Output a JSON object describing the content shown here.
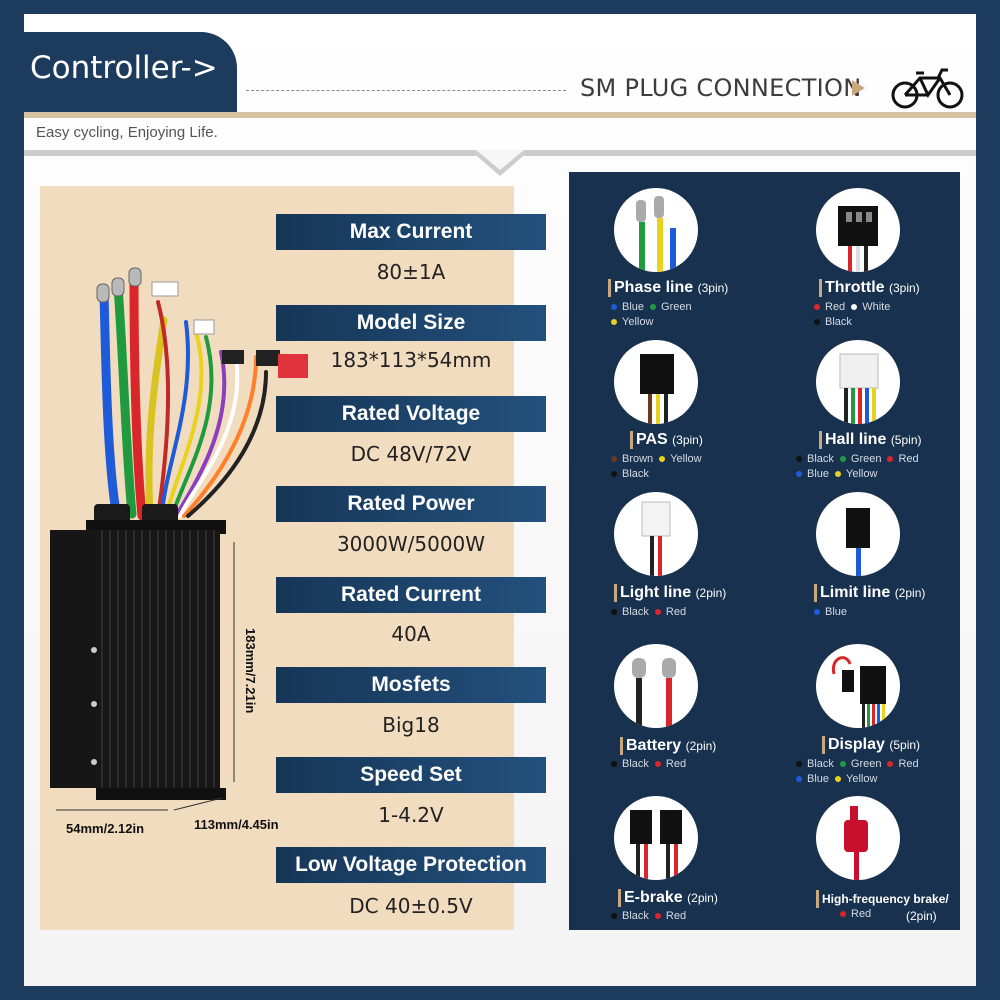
{
  "header": {
    "brand": "Controller->",
    "title": "SM PLUG CONNECTION",
    "slogan": "Easy cycling, Enjoying Life."
  },
  "colors": {
    "navy": "#1d3c5d",
    "tan": "#d9c2a4",
    "panel": "#f2dcbf",
    "dark_panel": "#17314f"
  },
  "specs": [
    {
      "label": "Max Current",
      "value": "80±1A"
    },
    {
      "label": "Model Size",
      "value": "183*113*54mm"
    },
    {
      "label": "Rated Voltage",
      "value": "DC 48V/72V"
    },
    {
      "label": "Rated Power",
      "value": "3000W/5000W"
    },
    {
      "label": "Rated Current",
      "value": "40A"
    },
    {
      "label": "Mosfets",
      "value": "Big18"
    },
    {
      "label": "Speed Set",
      "value": "1-4.2V"
    },
    {
      "label": "Low Voltage Protection",
      "value": "DC 40±0.5V"
    }
  ],
  "dimensions": {
    "height": "183mm/7.21in",
    "width": "54mm/2.12in",
    "depth": "113mm/4.45in"
  },
  "connectors": [
    {
      "name": "Phase line",
      "pins": "(3pin)",
      "icon": "phase-line-icon",
      "wires": [
        {
          "label": "Blue",
          "color": "#1e5bd8"
        },
        {
          "label": "Green",
          "color": "#1f9a3f"
        },
        {
          "label": "Yellow",
          "color": "#e8d21d"
        }
      ]
    },
    {
      "name": "Throttle",
      "pins": "(3pin)",
      "icon": "throttle-connector-icon",
      "wires": [
        {
          "label": "Red",
          "color": "#d8262a"
        },
        {
          "label": "White",
          "color": "#ffffff"
        },
        {
          "label": "Black",
          "color": "#111111"
        }
      ]
    },
    {
      "name": "PAS",
      "pins": "(3pin)",
      "icon": "pas-connector-icon",
      "wires": [
        {
          "label": "Brown",
          "color": "#6b3a1f"
        },
        {
          "label": "Yellow",
          "color": "#e8d21d"
        },
        {
          "label": "Black",
          "color": "#111111"
        }
      ]
    },
    {
      "name": "Hall line",
      "pins": "(5pin)",
      "icon": "hall-connector-icon",
      "wires": [
        {
          "label": "Black",
          "color": "#111111"
        },
        {
          "label": "Green",
          "color": "#1f9a3f"
        },
        {
          "label": "Red",
          "color": "#d8262a"
        },
        {
          "label": "Blue",
          "color": "#1e5bd8"
        },
        {
          "label": "Yellow",
          "color": "#e8d21d"
        }
      ]
    },
    {
      "name": "Light line",
      "pins": "(2pin)",
      "icon": "light-connector-icon",
      "wires": [
        {
          "label": "Black",
          "color": "#111111"
        },
        {
          "label": "Red",
          "color": "#d8262a"
        }
      ]
    },
    {
      "name": "Limit line",
      "pins": "(2pin)",
      "icon": "limit-connector-icon",
      "wires": [
        {
          "label": "Blue",
          "color": "#1e5bd8"
        }
      ]
    },
    {
      "name": "Battery",
      "pins": "(2pin)",
      "icon": "battery-terminal-icon",
      "wires": [
        {
          "label": "Black",
          "color": "#111111"
        },
        {
          "label": "Red",
          "color": "#d8262a"
        }
      ]
    },
    {
      "name": "Display",
      "pins": "(5pin)",
      "icon": "display-connector-icon",
      "wires": [
        {
          "label": "Black",
          "color": "#111111"
        },
        {
          "label": "Green",
          "color": "#1f9a3f"
        },
        {
          "label": "Red",
          "color": "#d8262a"
        },
        {
          "label": "Blue",
          "color": "#1e5bd8"
        },
        {
          "label": "Yellow",
          "color": "#e8d21d"
        }
      ]
    },
    {
      "name": "E-brake",
      "pins": "(2pin)",
      "icon": "ebrake-connector-icon",
      "wires": [
        {
          "label": "Black",
          "color": "#111111"
        },
        {
          "label": "Red",
          "color": "#d8262a"
        }
      ]
    },
    {
      "name": "High-frequency brake/",
      "pins": "(2pin)",
      "icon": "hf-brake-connector-icon",
      "wires": [
        {
          "label": "Red",
          "color": "#d8262a"
        }
      ]
    }
  ]
}
